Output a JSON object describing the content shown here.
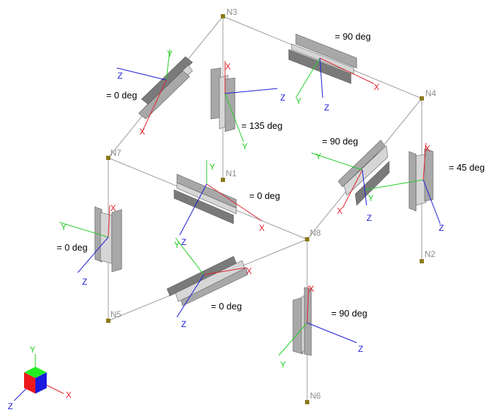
{
  "colors": {
    "member_line": "#9c9c9c",
    "node_fill": "#8a7a1a",
    "node_label": "#8c8c8c",
    "axis_x": "#e0202a",
    "axis_y": "#22cc22",
    "axis_z": "#1a1ad6",
    "section_fill": "#a8a8a8",
    "section_light": "#d6d6d6",
    "section_dark": "#7a7a7a",
    "section_stroke": "#5a5a5a"
  },
  "nodes": [
    {
      "id": "n3",
      "label": "N3"
    },
    {
      "id": "n4",
      "label": "N4"
    },
    {
      "id": "n7",
      "label": "N7"
    },
    {
      "id": "n1",
      "label": "N1"
    },
    {
      "id": "n8",
      "label": "N8"
    },
    {
      "id": "n2",
      "label": "N2"
    },
    {
      "id": "n5",
      "label": "N5"
    },
    {
      "id": "n6",
      "label": "N6"
    }
  ],
  "axis_names": {
    "x": "X",
    "y": "Y",
    "z": "Z"
  },
  "angles": [
    {
      "id": "m-n7-n3",
      "label": "= 0 deg"
    },
    {
      "id": "m-n3-n1",
      "label": "= 135 deg"
    },
    {
      "id": "m-n3-n4",
      "label": "= 90 deg"
    },
    {
      "id": "m-n4-n8",
      "label": "= 90 deg"
    },
    {
      "id": "m-n4-n2",
      "label": "= 45 deg"
    },
    {
      "id": "m-n7-n8",
      "label": "= 0 deg"
    },
    {
      "id": "m-n7-n5",
      "label": "= 0 deg"
    },
    {
      "id": "m-n5-n8",
      "label": "= 0 deg"
    },
    {
      "id": "m-n8-n6",
      "label": "= 90 deg"
    }
  ],
  "legend_axes": {
    "x": "X",
    "y": "Y",
    "z": "Z"
  }
}
